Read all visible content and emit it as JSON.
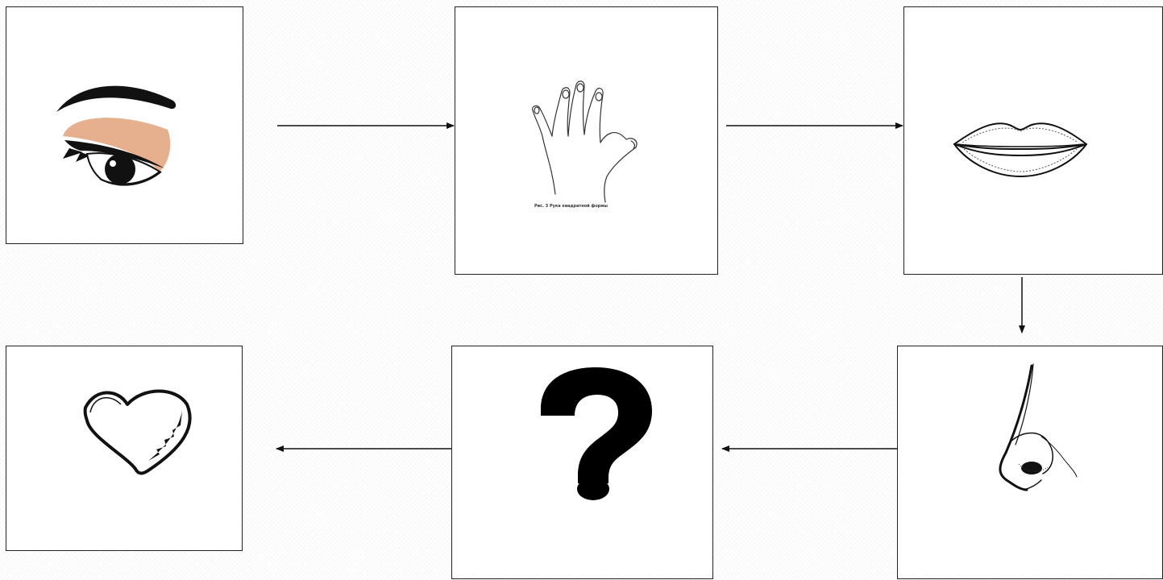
{
  "diagram": {
    "type": "flow-cycle",
    "nodes": [
      {
        "id": "eye",
        "depicts": "eye-with-eyeshadow"
      },
      {
        "id": "hand",
        "depicts": "hand-outline",
        "caption": "Рис. 3  Рука квадратной формы"
      },
      {
        "id": "lips",
        "depicts": "lips-outline"
      },
      {
        "id": "nose",
        "depicts": "nose-sketch"
      },
      {
        "id": "question",
        "depicts": "question-mark"
      },
      {
        "id": "heart",
        "depicts": "heart-outline"
      }
    ],
    "edges": [
      {
        "from": "eye",
        "to": "hand"
      },
      {
        "from": "hand",
        "to": "lips"
      },
      {
        "from": "lips",
        "to": "nose"
      },
      {
        "from": "nose",
        "to": "question"
      },
      {
        "from": "question",
        "to": "heart"
      }
    ],
    "colors": {
      "eyeshadow": "#e6b08e",
      "ink": "#111111",
      "card_border": "#222222"
    }
  }
}
